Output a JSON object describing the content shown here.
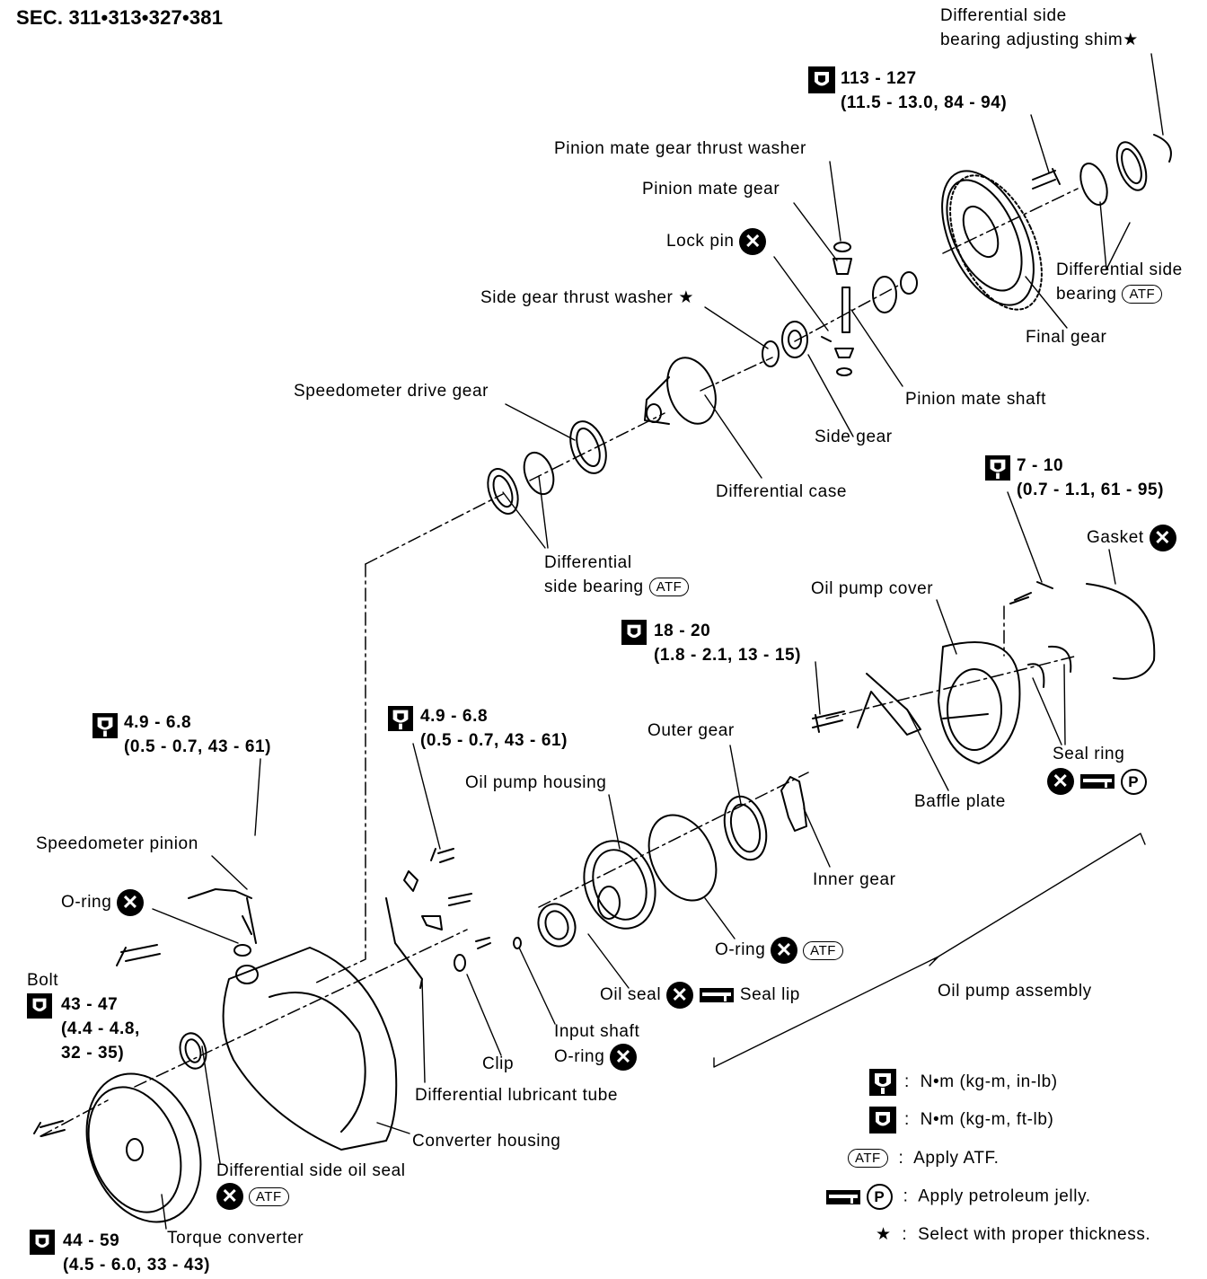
{
  "section": "SEC. 311•313•327•381",
  "glyphs": {
    "x": "✕",
    "star": "★",
    "atf": "ATF",
    "p": "P",
    "colon": ":"
  },
  "labels": {
    "diff_side_shim_1": "Differential side",
    "diff_side_shim_2": "bearing adjusting shim★",
    "pinion_mate_thrust_washer": "Pinion mate gear thrust washer",
    "pinion_mate_gear": "Pinion mate gear",
    "lock_pin": "Lock pin",
    "side_gear_thrust_washer": "Side gear thrust washer ★",
    "speedometer_drive_gear": "Speedometer drive gear",
    "diff_side_bearing_upper_1": "Differential side",
    "diff_side_bearing_upper_2": "bearing",
    "final_gear": "Final gear",
    "pinion_mate_shaft": "Pinion mate shaft",
    "side_gear": "Side gear",
    "differential_case": "Differential case",
    "diff_side_bearing_left_1": "Differential",
    "diff_side_bearing_left_2": "side bearing",
    "gasket": "Gasket",
    "oil_pump_cover": "Oil pump cover",
    "seal_ring": "Seal ring",
    "baffle_plate": "Baffle plate",
    "outer_gear": "Outer gear",
    "oil_pump_housing": "Oil pump housing",
    "inner_gear": "Inner gear",
    "speedometer_pinion": "Speedometer pinion",
    "o_ring_left": "O-ring",
    "bolt": "Bolt",
    "o_ring_pump": "O-ring",
    "oil_seal": "Oil seal",
    "seal_lip": "Seal lip",
    "oil_pump_assembly": "Oil pump assembly",
    "input_shaft_1": "Input shaft",
    "input_shaft_2": "O-ring",
    "clip": "Clip",
    "diff_lubricant_tube": "Differential lubricant tube",
    "converter_housing": "Converter housing",
    "diff_side_oil_seal": "Differential side oil seal",
    "torque_converter": "Torque converter"
  },
  "torques": {
    "t1_a": "113 - 127",
    "t1_b": "(11.5 - 13.0, 84 - 94)",
    "t2_a": "7 - 10",
    "t2_b": "(0.7 - 1.1, 61 - 95)",
    "t3_a": "18 - 20",
    "t3_b": "(1.8 - 2.1, 13 - 15)",
    "t4_a": "4.9 - 6.8",
    "t4_b": "(0.5 - 0.7, 43 - 61)",
    "t5_a": "4.9 - 6.8",
    "t5_b": "(0.5 - 0.7, 43 - 61)",
    "t6_a": "43 - 47",
    "t6_b": "(4.4 - 4.8,",
    "t6_c": "32 - 35)",
    "t7_a": "44 - 59",
    "t7_b": "(4.5 - 6.0, 33 - 43)"
  },
  "legend": {
    "nm_inlb": "N•m (kg-m, in-lb)",
    "nm_ftlb": "N•m (kg-m, ft-lb)",
    "apply_atf": "Apply ATF.",
    "apply_jelly": "Apply petroleum jelly.",
    "select_thickness": "Select with proper thickness."
  }
}
